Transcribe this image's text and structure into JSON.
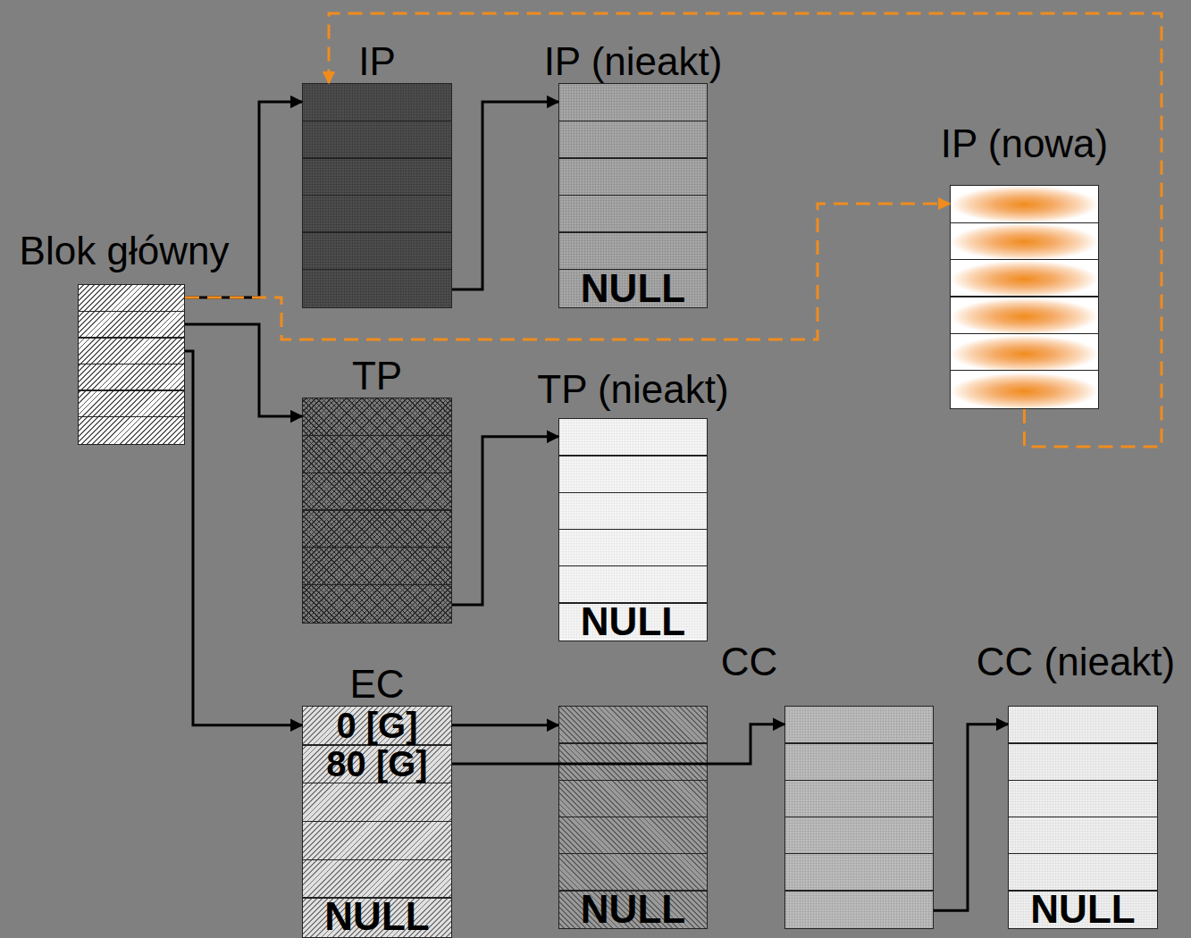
{
  "diagram": {
    "nodes": [
      {
        "text": [
          "Blok główny"
        ]
      },
      {
        "text": [
          "IP"
        ]
      },
      {
        "text": [
          "IP (nieakt)",
          "NULL"
        ]
      },
      {
        "text": [
          "IP (nowa)"
        ]
      },
      {
        "text": [
          "TP"
        ]
      },
      {
        "text": [
          "TP (nieakt)",
          "NULL"
        ]
      },
      {
        "text": [
          "EC",
          "0 [G]",
          "80 [G]",
          "NULL"
        ]
      },
      {
        "text": [
          "NULL"
        ]
      },
      {
        "text": [
          "CC"
        ]
      },
      {
        "text": [
          "CC (nieakt)",
          "NULL"
        ]
      }
    ],
    "edges": [
      {
        "from": 0,
        "to": 1,
        "arrow": "to"
      },
      {
        "from": 0,
        "to": 4,
        "arrow": "to"
      },
      {
        "from": 0,
        "to": 6,
        "arrow": "to"
      },
      {
        "from": 1,
        "to": 2,
        "arrow": "to"
      },
      {
        "from": 4,
        "to": 5,
        "arrow": "to"
      },
      {
        "from": 6,
        "to": 7,
        "arrow": "to"
      },
      {
        "from": 6,
        "to": 8,
        "arrow": "to"
      },
      {
        "from": 8,
        "to": 9,
        "arrow": "to"
      },
      {
        "from": 0,
        "to": 3,
        "arrow": "to"
      },
      {
        "from": 3,
        "to": 1,
        "arrow": "to"
      }
    ]
  }
}
